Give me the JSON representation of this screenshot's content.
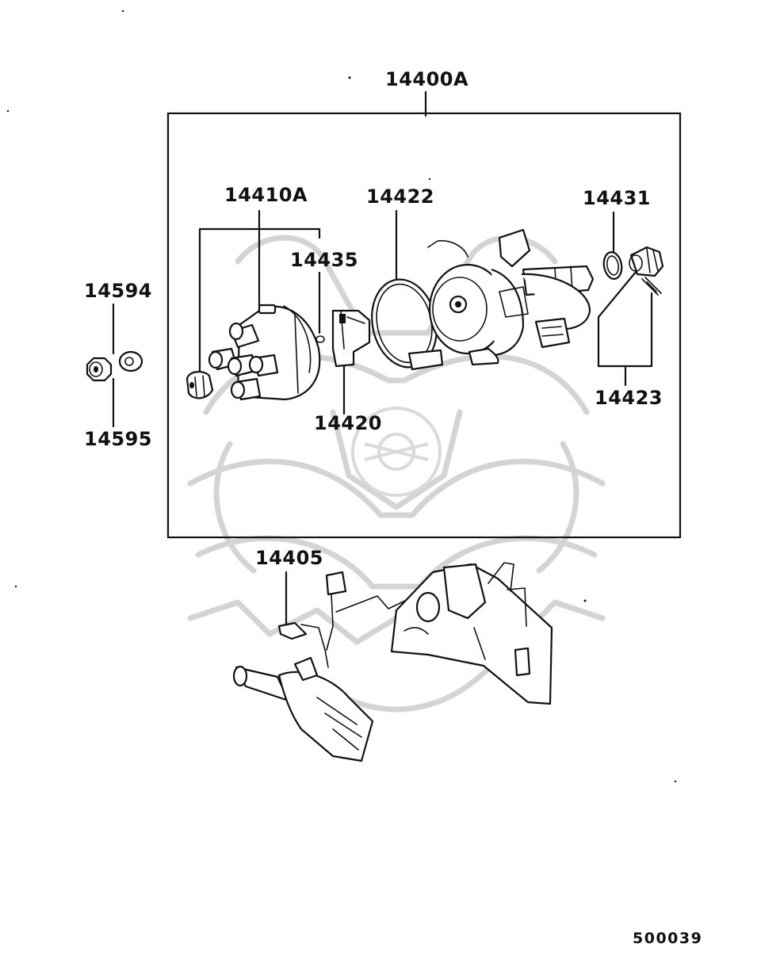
{
  "diagram": {
    "assembly_label": "14400A",
    "part_labels": {
      "cap": "14410A",
      "cap_screw": "14435",
      "o_ring_large": "14422",
      "rotor": "14420",
      "o_ring_small": "14431",
      "gear_set": "14423",
      "washer": "14594",
      "nut": "14595",
      "bracket": "14405"
    },
    "reference_number": "500039"
  },
  "colors": {
    "line": "#111111",
    "background": "#ffffff",
    "watermark": "#d4d4d4"
  }
}
